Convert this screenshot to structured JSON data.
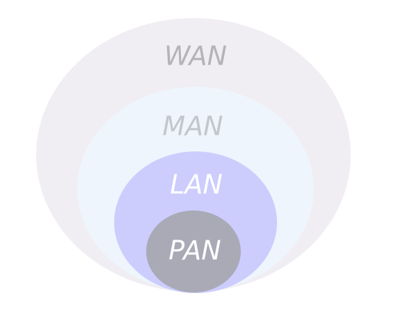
{
  "diagram": {
    "title": "",
    "layers": [
      {
        "id": "wan",
        "label": "WAN",
        "fill": "#f0eef3",
        "text_color": "#b4b4b8"
      },
      {
        "id": "man",
        "label": "MAN",
        "fill": "#eef5fd",
        "text_color": "#c3c6cc"
      },
      {
        "id": "lan",
        "label": "LAN",
        "fill": "#cccdfd",
        "text_color": "#ffffff"
      },
      {
        "id": "pan",
        "label": "PAN",
        "fill": "#a9aab6",
        "text_color": "#ffffff"
      }
    ]
  }
}
